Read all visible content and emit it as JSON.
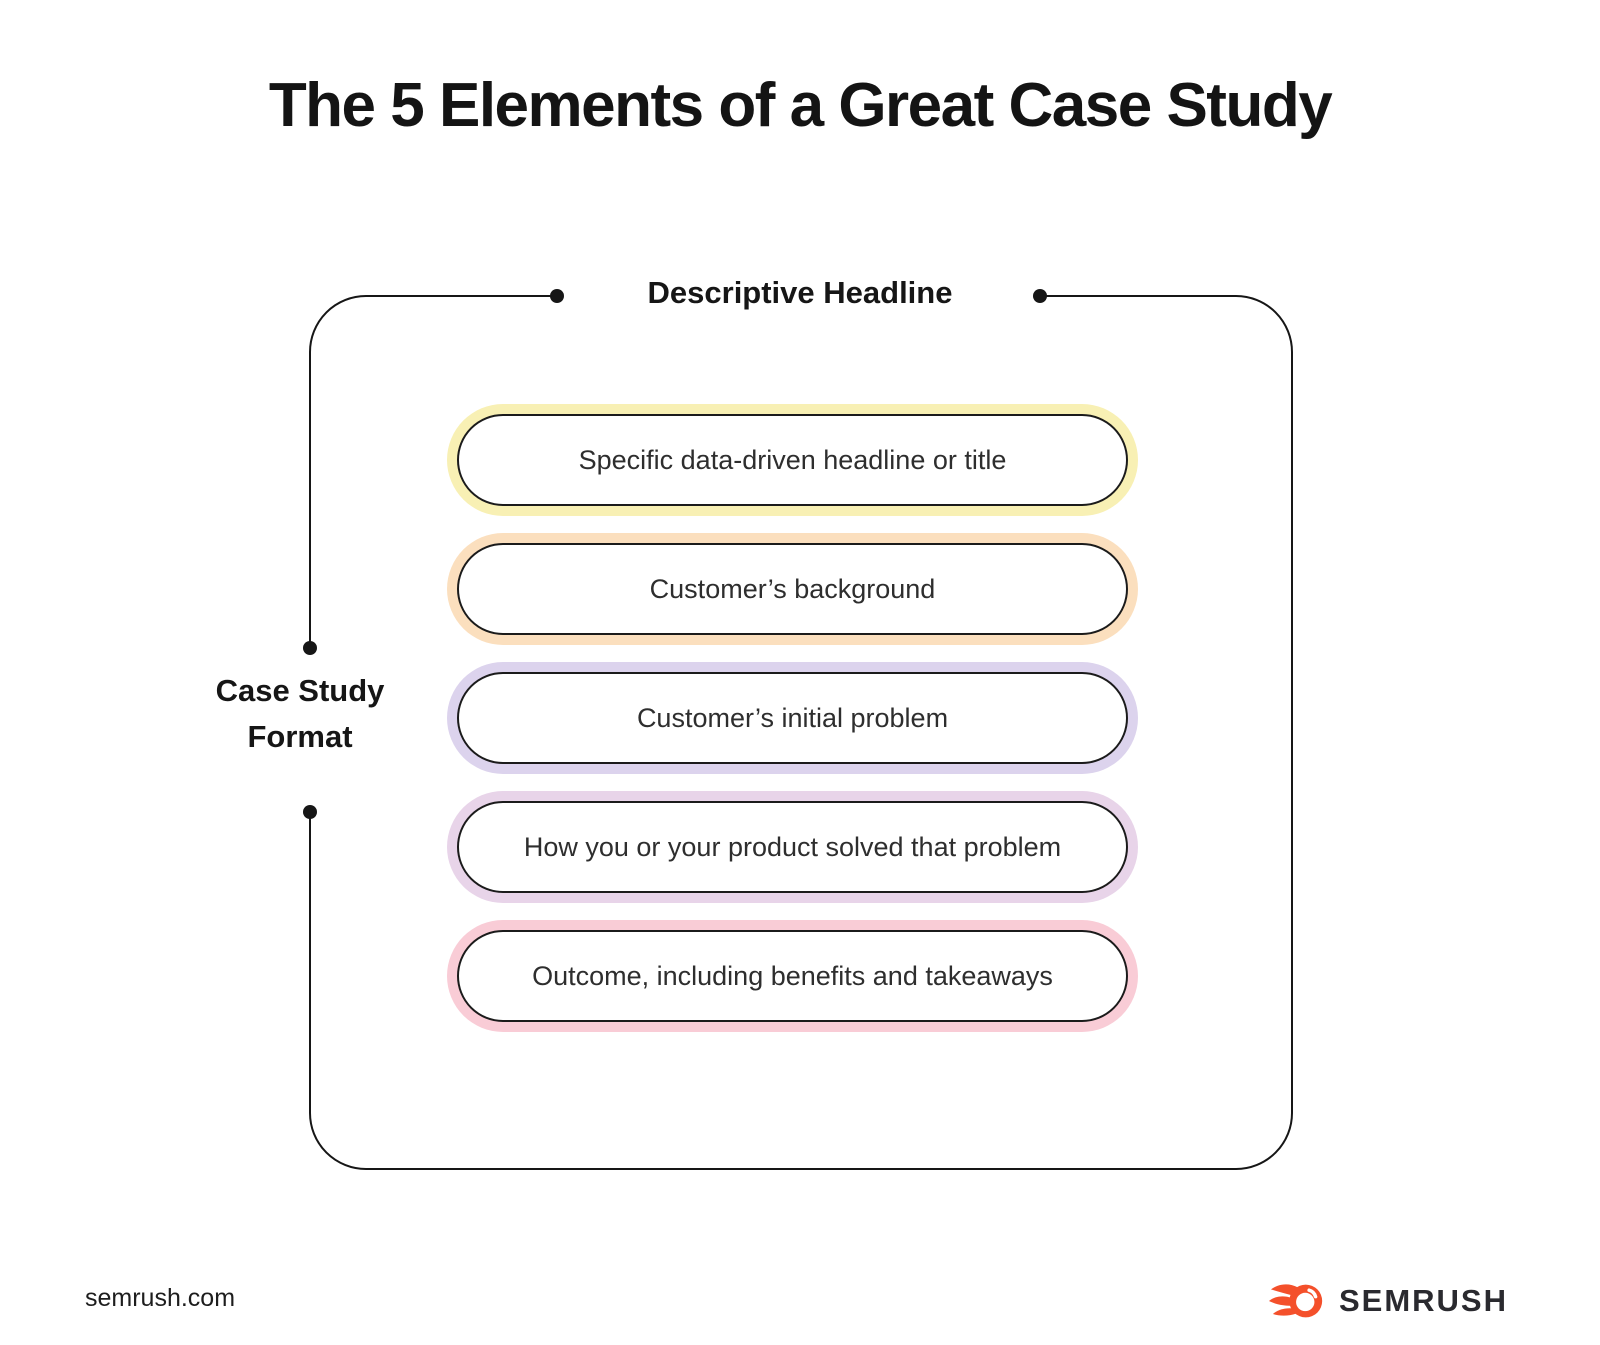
{
  "title": "The 5 Elements of a Great Case Study",
  "diagram": {
    "top_label": "Descriptive Headline",
    "side_label": {
      "line1": "Case Study",
      "line2": "Format"
    },
    "line_color": "#161616",
    "items": [
      {
        "label": "Specific data-driven headline or title",
        "glow_color": "#F8F0B4"
      },
      {
        "label": "Customer’s background",
        "glow_color": "#FBDFBE"
      },
      {
        "label": "Customer’s initial problem",
        "glow_color": "#DCD3ED"
      },
      {
        "label": "How you or your product solved that problem",
        "glow_color": "#E8D4E9"
      },
      {
        "label": "Outcome, including benefits and takeaways",
        "glow_color": "#F9CCD6"
      }
    ]
  },
  "footer": {
    "website": "semrush.com",
    "brand_name": "SEMRUSH",
    "brand_color": "#F4502B"
  }
}
